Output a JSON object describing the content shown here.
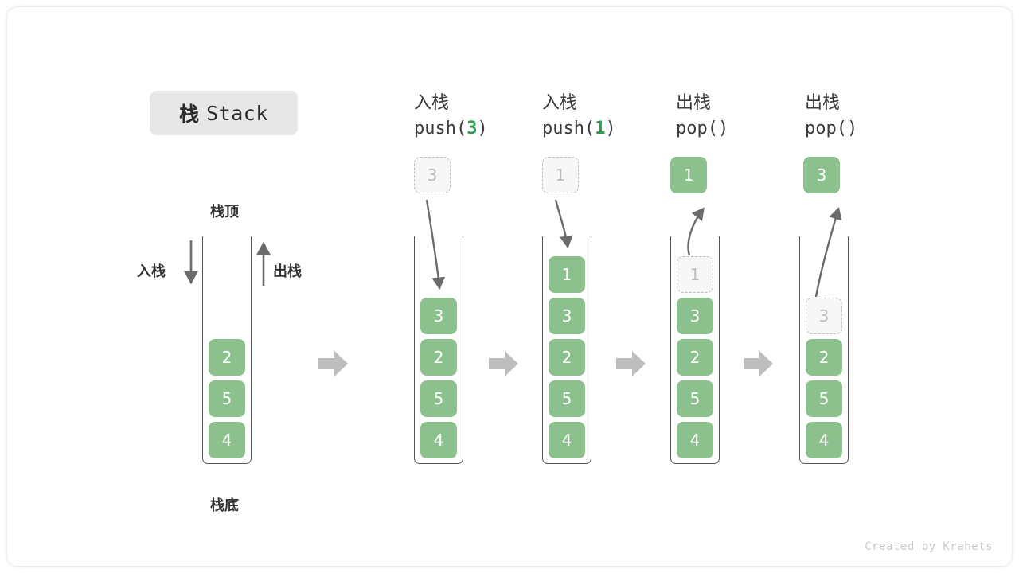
{
  "title": {
    "cjk": "栈",
    "latin": "Stack"
  },
  "legend": {
    "top_label": "栈顶",
    "bottom_label": "栈底",
    "push_label": "入栈",
    "pop_label": "出栈"
  },
  "footer": "Created by Krahets",
  "colors": {
    "cell_green": "#8cc08c",
    "code_green": "#2e9e51",
    "ghost_grey": "#bdbdbd",
    "ghost_fill": "#f7f7f7",
    "arrow_grey": "#6b6b6b",
    "block_arrow_grey": "#bdbdbd",
    "badge_grey": "#e7e7e7",
    "border_dark": "#555555"
  },
  "columns": [
    {
      "id": "initial",
      "op_label": "",
      "code": "",
      "code_arg": "",
      "stack": [
        "2",
        "5",
        "4"
      ],
      "ghost": null,
      "ghost_position": null,
      "result": null
    },
    {
      "id": "push-3",
      "op_label": "入栈",
      "code_prefix": "push(",
      "code_arg": "3",
      "code_suffix": ")",
      "stack": [
        "3",
        "2",
        "5",
        "4"
      ],
      "ghost": "3",
      "ghost_position": "above",
      "result": null
    },
    {
      "id": "push-1",
      "op_label": "入栈",
      "code_prefix": "push(",
      "code_arg": "1",
      "code_suffix": ")",
      "stack": [
        "1",
        "3",
        "2",
        "5",
        "4"
      ],
      "ghost": "1",
      "ghost_position": "above",
      "result": null
    },
    {
      "id": "pop-1",
      "op_label": "出栈",
      "code_prefix": "pop(",
      "code_arg": "",
      "code_suffix": ")",
      "stack": [
        "3",
        "2",
        "5",
        "4"
      ],
      "ghost": "1",
      "ghost_position": "in-stack",
      "result": "1"
    },
    {
      "id": "pop-3",
      "op_label": "出栈",
      "code_prefix": "pop(",
      "code_arg": "",
      "code_suffix": ")",
      "stack": [
        "2",
        "5",
        "4"
      ],
      "ghost": "3",
      "ghost_position": "in-stack",
      "result": "3"
    }
  ]
}
